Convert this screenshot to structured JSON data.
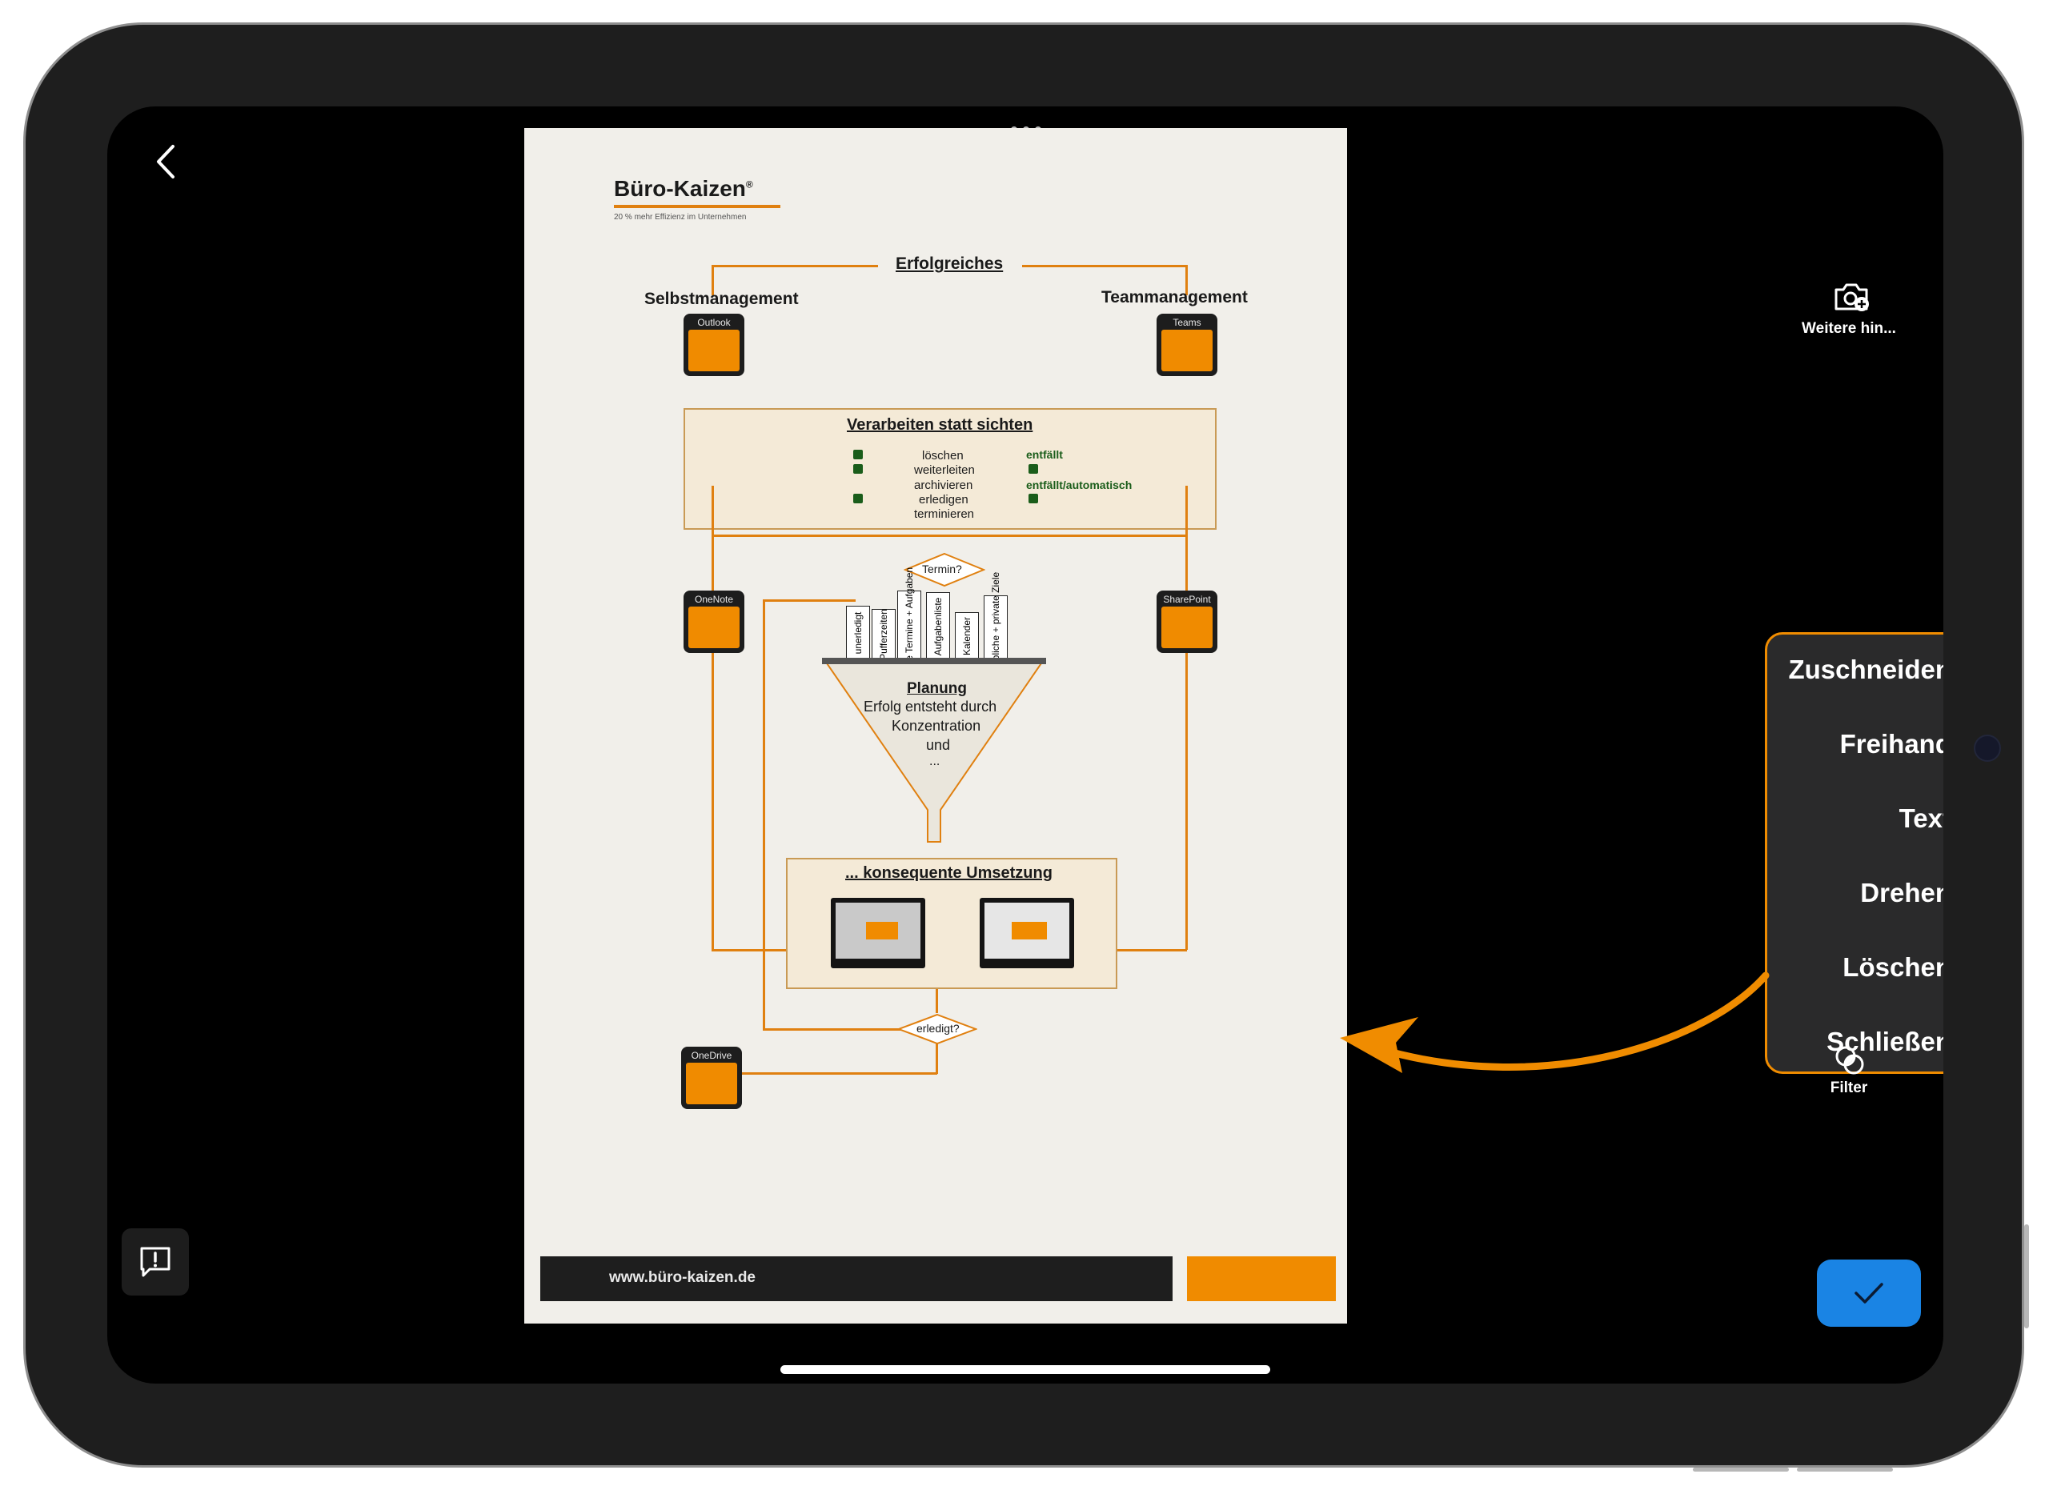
{
  "colors": {
    "accent": "#f08c00",
    "confirm": "#1a84e4"
  },
  "toolbar": {
    "back_icon": "chevron-left-icon",
    "add_more_label": "Weitere hin...",
    "add_more_icon": "camera-plus-icon",
    "filter_label": "Filter",
    "filter_icon": "filter-circles-icon",
    "feedback_icon": "feedback-exclamation-icon",
    "confirm_icon": "checkmark-icon"
  },
  "edit_menu": {
    "items": [
      {
        "label": "Zuschneiden",
        "icon": "crop-icon"
      },
      {
        "label": "Freihand",
        "icon": "freehand-icon"
      },
      {
        "label": "Text",
        "icon": "text-icon"
      },
      {
        "label": "Drehen",
        "icon": "rotate-icon"
      },
      {
        "label": "Löschen",
        "icon": "trash-icon"
      },
      {
        "label": "Schließen",
        "icon": "chevron-up-icon"
      }
    ]
  },
  "document": {
    "brand": "Büro-Kaizen",
    "brand_mark": "®",
    "tagline": "20 % mehr Effizienz im Unternehmen",
    "top_heading": "Erfolgreiches",
    "left_heading": "Selbstmanagement",
    "right_heading": "Teammanagement",
    "app_outlook": "Outlook",
    "app_teams": "Teams",
    "app_onenote": "OneNote",
    "app_sharepoint": "SharePoint",
    "app_onedrive": "OneDrive",
    "process_title": "Verarbeiten statt sichten",
    "process_items": [
      "löschen",
      "weiterleiten",
      "archivieren",
      "erledigen",
      "terminieren"
    ],
    "result_entfaellt": "entfällt",
    "result_automatisch": "entfällt/automatisch",
    "decision_termin": "Termin?",
    "sticks": [
      "unerledigt",
      "Pufferzeiten",
      "private Termine + Aufgaben",
      "Aufgabenliste",
      "Kalender",
      "betriebliche + private Ziele"
    ],
    "funnel_title": "Planung",
    "funnel_lines": [
      "Erfolg entsteht durch",
      "Konzentration",
      "und",
      "..."
    ],
    "execution_title": "... konsequente Umsetzung",
    "decision_done": "erledigt?",
    "footer_url": "www.büro-kaizen.de"
  }
}
